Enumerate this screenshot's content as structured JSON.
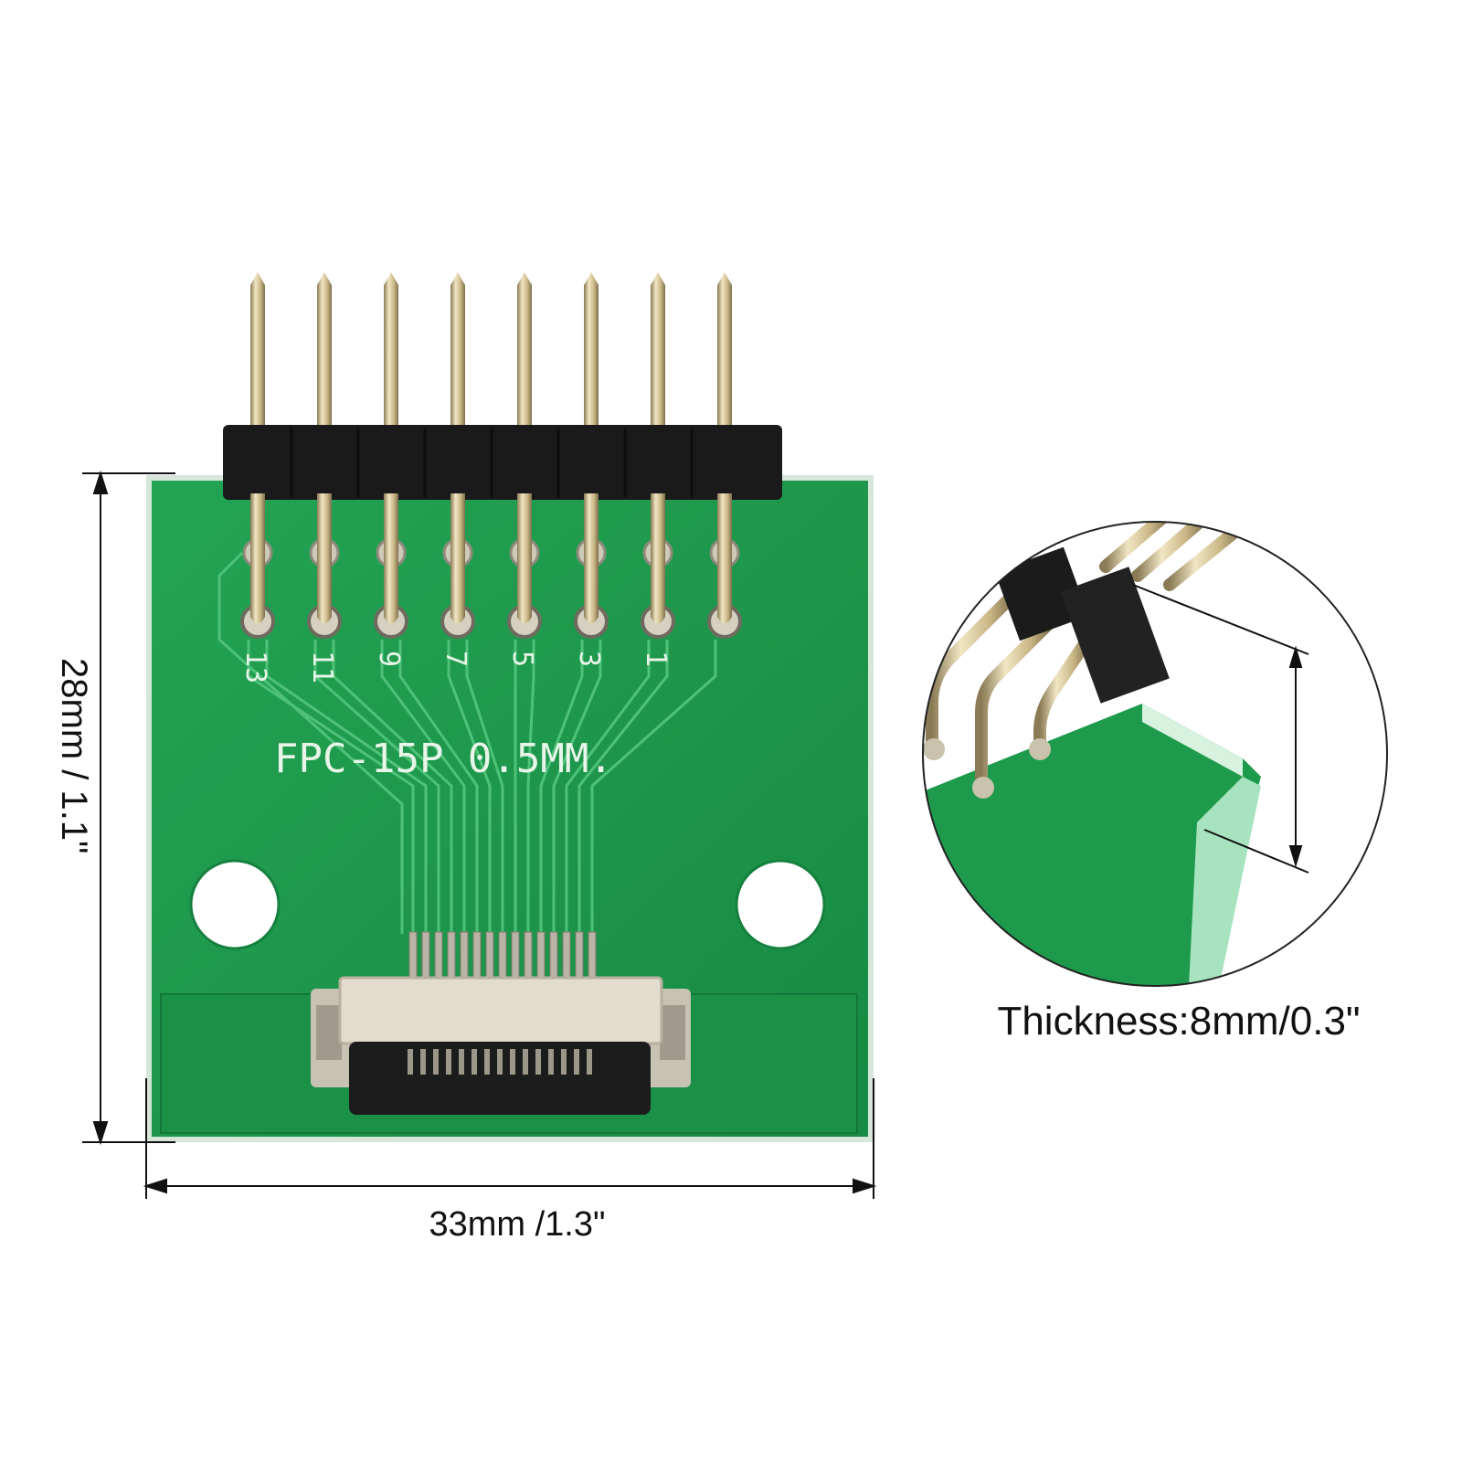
{
  "labels": {
    "height_dim": "28mm / 1.1\"",
    "width_dim": "33mm /1.3\"",
    "thickness": "Thickness:8mm/0.3\""
  },
  "board": {
    "silkscreen_title": "FPC-15P 0.5MM.",
    "pin_numbers": [
      "13",
      "11",
      "9",
      "7",
      "5",
      "3",
      "1"
    ]
  },
  "colors": {
    "pcb_green": "#1e9a4c",
    "pcb_edge": "#d6e6d8",
    "header_black": "#1a1a1a",
    "pin_gold": "#d8c79a",
    "connector_body": "#d9d2c0",
    "dimension_line": "#111111",
    "background": "#ffffff"
  },
  "icons": {
    "mount_hole_left": "mounting-hole-icon",
    "mount_hole_right": "mounting-hole-icon"
  }
}
